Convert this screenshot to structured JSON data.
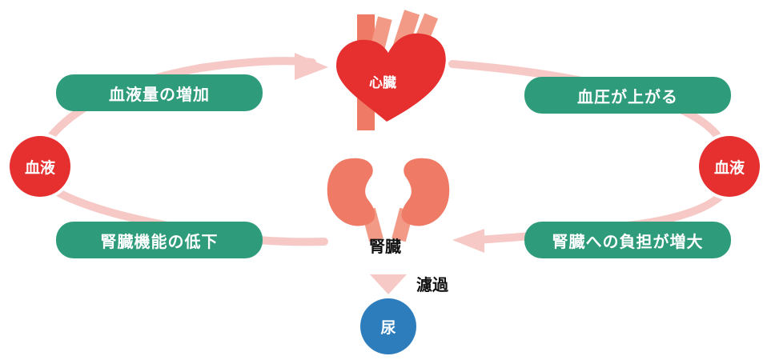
{
  "nodes": {
    "heart": "心臓",
    "kidney": "腎臓",
    "filtration": "濾過",
    "urine": "尿",
    "blood_left": "血液",
    "blood_right": "血液"
  },
  "steps": {
    "blood_volume_increase": "血液量の増加",
    "blood_pressure_rise": "血圧が上がる",
    "kidney_function_decline": "腎臓機能の低下",
    "kidney_burden_increase": "腎臓への負担が増大"
  },
  "colors": {
    "pill_green": "#2e9b7a",
    "heart_red": "#e5302f",
    "kidney_salmon": "#ef7a65",
    "urine_blue": "#2d7dbd",
    "flow_pink": "#f6c9c6"
  },
  "icons": [
    "heart-icon",
    "kidney-icon",
    "arrow-icon"
  ]
}
